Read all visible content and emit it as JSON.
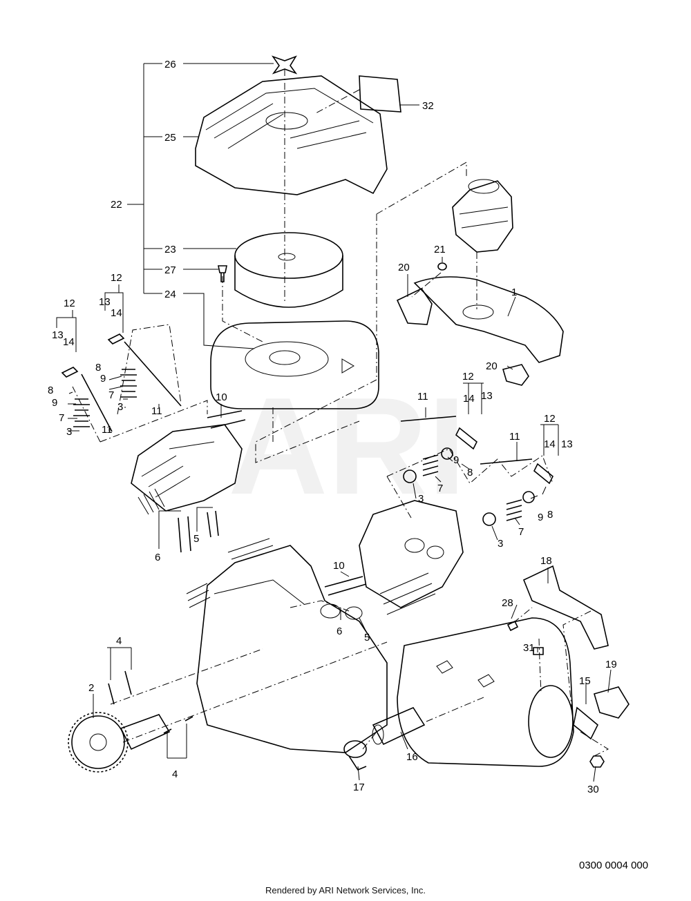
{
  "diagram": {
    "watermark": "ARI",
    "drawing_number": "0300 0004 000",
    "footer": "Rendered by ARI Network Services, Inc.",
    "callouts": [
      "26",
      "32",
      "25",
      "22",
      "23",
      "27",
      "24",
      "21",
      "20",
      "1",
      "20",
      "12",
      "13",
      "14",
      "12",
      "13",
      "14",
      "8",
      "9",
      "8",
      "9",
      "7",
      "3",
      "7",
      "3",
      "11",
      "11",
      "10",
      "12",
      "14",
      "13",
      "11",
      "12",
      "14",
      "13",
      "11",
      "9",
      "8",
      "7",
      "3",
      "9",
      "8",
      "7",
      "3",
      "5",
      "6",
      "10",
      "6",
      "5",
      "18",
      "28",
      "31",
      "19",
      "15",
      "4",
      "2",
      "4",
      "17",
      "16",
      "30"
    ]
  }
}
